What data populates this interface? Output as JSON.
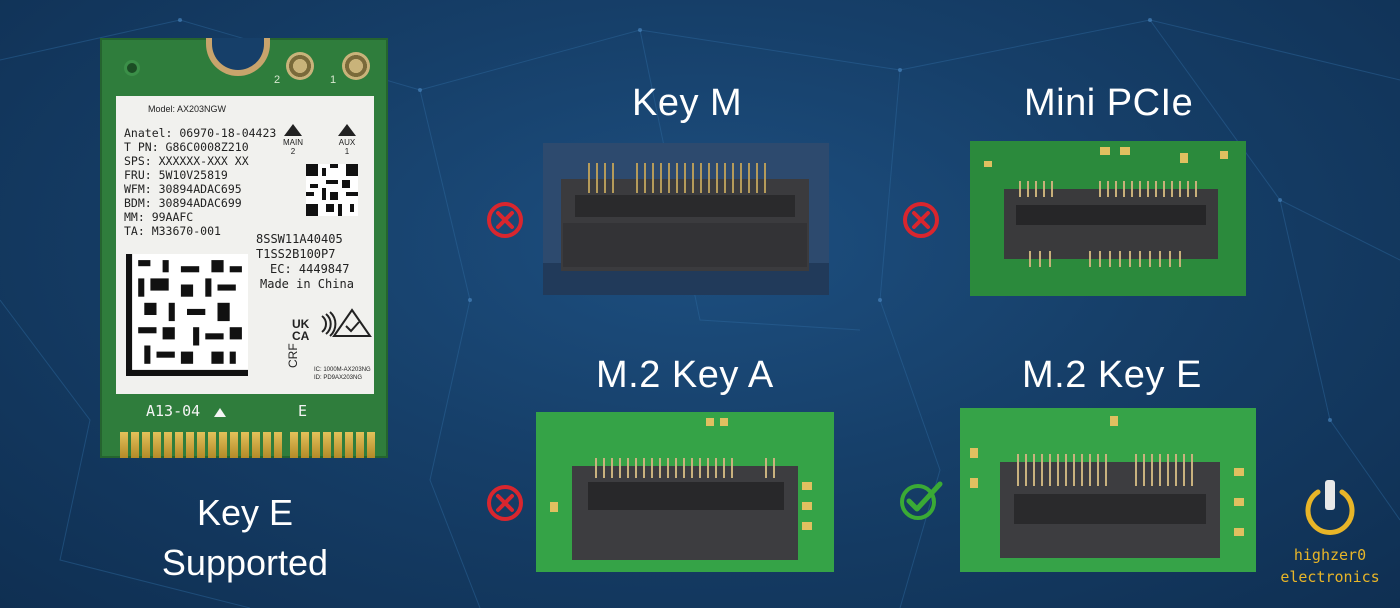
{
  "card": {
    "model": "Model: AX203NGW",
    "lines": [
      "Anatel: 06970-18-04423",
      "T PN: G86C0008Z210",
      "SPS: XXXXXX-XXX XX",
      "FRU: 5W10V25819",
      "WFM: 30894ADAC695",
      "BDM: 30894ADAC699",
      "MM: 99AAFC",
      "TA: M33670-001"
    ],
    "right_lines": [
      "8SSW11A40405",
      "T1SS2B100P7",
      "EC: 4449847",
      "Made in China"
    ],
    "main_label": "MAIN\n2",
    "aux_label": "AUX\n1",
    "antenna_2": "2",
    "antenna_1": "1",
    "cert_text": "UK CA",
    "crf": "CRF",
    "ic_line1": "IC: 1000M-AX203NG",
    "ic_line2": "ID: PD9AX203NG",
    "bottom_left": "A13-04",
    "bottom_right": "E"
  },
  "caption": {
    "line1": "Key E",
    "line2": "Supported"
  },
  "panels": {
    "key_m": {
      "title": "Key M",
      "status": "unsupported"
    },
    "mini_pcie": {
      "title": "Mini PCIe",
      "status": "unsupported"
    },
    "m2_key_a": {
      "title": "M.2 Key A",
      "status": "unsupported"
    },
    "m2_key_e": {
      "title": "M.2 Key E",
      "status": "supported"
    }
  },
  "logo": {
    "line1": "highzer0",
    "line2": "electronics"
  },
  "colors": {
    "background": "#163f69",
    "pcb_green": "#2f8a3a",
    "cross": "#d9262e",
    "check": "#3aaa35",
    "logo": "#e8b528"
  }
}
